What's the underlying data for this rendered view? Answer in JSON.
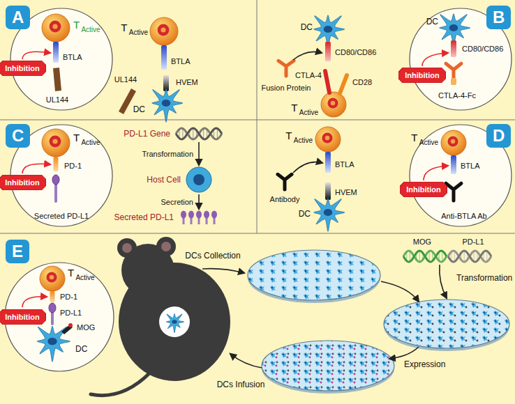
{
  "diagram": {
    "nodes": [
      {
        "text": [
          "A"
        ]
      },
      {
        "text": [
          "Inhibition"
        ]
      },
      {
        "text": [
          "B"
        ]
      },
      {
        "text": [
          "Inhibition"
        ]
      },
      {
        "text": [
          "C"
        ]
      },
      {
        "text": [
          "Inhibition"
        ]
      },
      {
        "text": [
          "PD-L1 Gene"
        ]
      },
      {
        "text": [
          "Host Cell"
        ]
      },
      {
        "text": [
          "Secreted PD-L1"
        ]
      },
      {
        "text": [
          "D"
        ]
      },
      {
        "text": [
          "Inhibition"
        ]
      },
      {
        "text": [
          "E"
        ]
      },
      {
        "text": [
          "Inhibition"
        ]
      }
    ],
    "edges": [
      {
        "from": 6,
        "to": 7,
        "label": "Transformation",
        "arrow": "to"
      },
      {
        "from": 7,
        "to": 8,
        "label": "Secretion",
        "arrow": "to"
      }
    ],
    "labels": [
      "T Active",
      "BTLA",
      "UL144",
      "T Active",
      "BTLA",
      "UL144",
      "HVEM",
      "DC",
      "DC",
      "CD80/CD86",
      "Fusion Protein",
      "CTLA-4",
      "CD28",
      "T Active",
      "DC",
      "CD80/CD86",
      "CTLA-4-Fc",
      "T Active",
      "PD-1",
      "Secreted PD-L1",
      "T Active",
      "BTLA",
      "Antibody",
      "HVEM",
      "DC",
      "T Active",
      "BTLA",
      "Anti-BTLA Ab",
      "T Active",
      "PD-1",
      "PD-L1",
      "MOG",
      "DC",
      "DCs Collection",
      "MOG",
      "PD-L1",
      "Transformation",
      "Expression",
      "DCs Infusion"
    ]
  }
}
